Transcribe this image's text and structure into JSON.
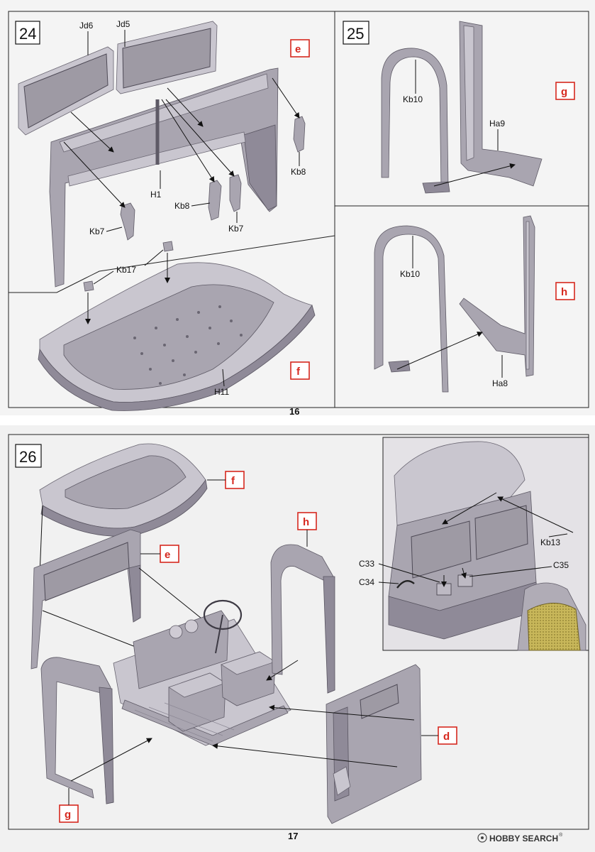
{
  "upper_page": {
    "page_number": "16",
    "step_24": {
      "number": "24",
      "parts": [
        "Jd6",
        "Jd5",
        "H1",
        "Kb8",
        "Kb8",
        "Kb7",
        "Kb7",
        "Kb17",
        "H11"
      ],
      "subassembly_tags": [
        "e",
        "f"
      ]
    },
    "step_25": {
      "number": "25",
      "parts": [
        "Kb10",
        "Ha9",
        "Kb10",
        "Ha8"
      ],
      "subassembly_tags": [
        "g",
        "h"
      ]
    }
  },
  "lower_page": {
    "page_number": "17",
    "step_26": {
      "number": "26",
      "subassembly_tags": [
        "f",
        "e",
        "h",
        "d",
        "g"
      ],
      "detail_parts": [
        "Kb13",
        "C33",
        "C35",
        "C34"
      ]
    }
  },
  "watermark": {
    "brand": "HOBBY SEARCH",
    "registered_mark": "®"
  },
  "colors": {
    "tag_red": "#d6281e",
    "part_grey": "#a9a5b0"
  }
}
